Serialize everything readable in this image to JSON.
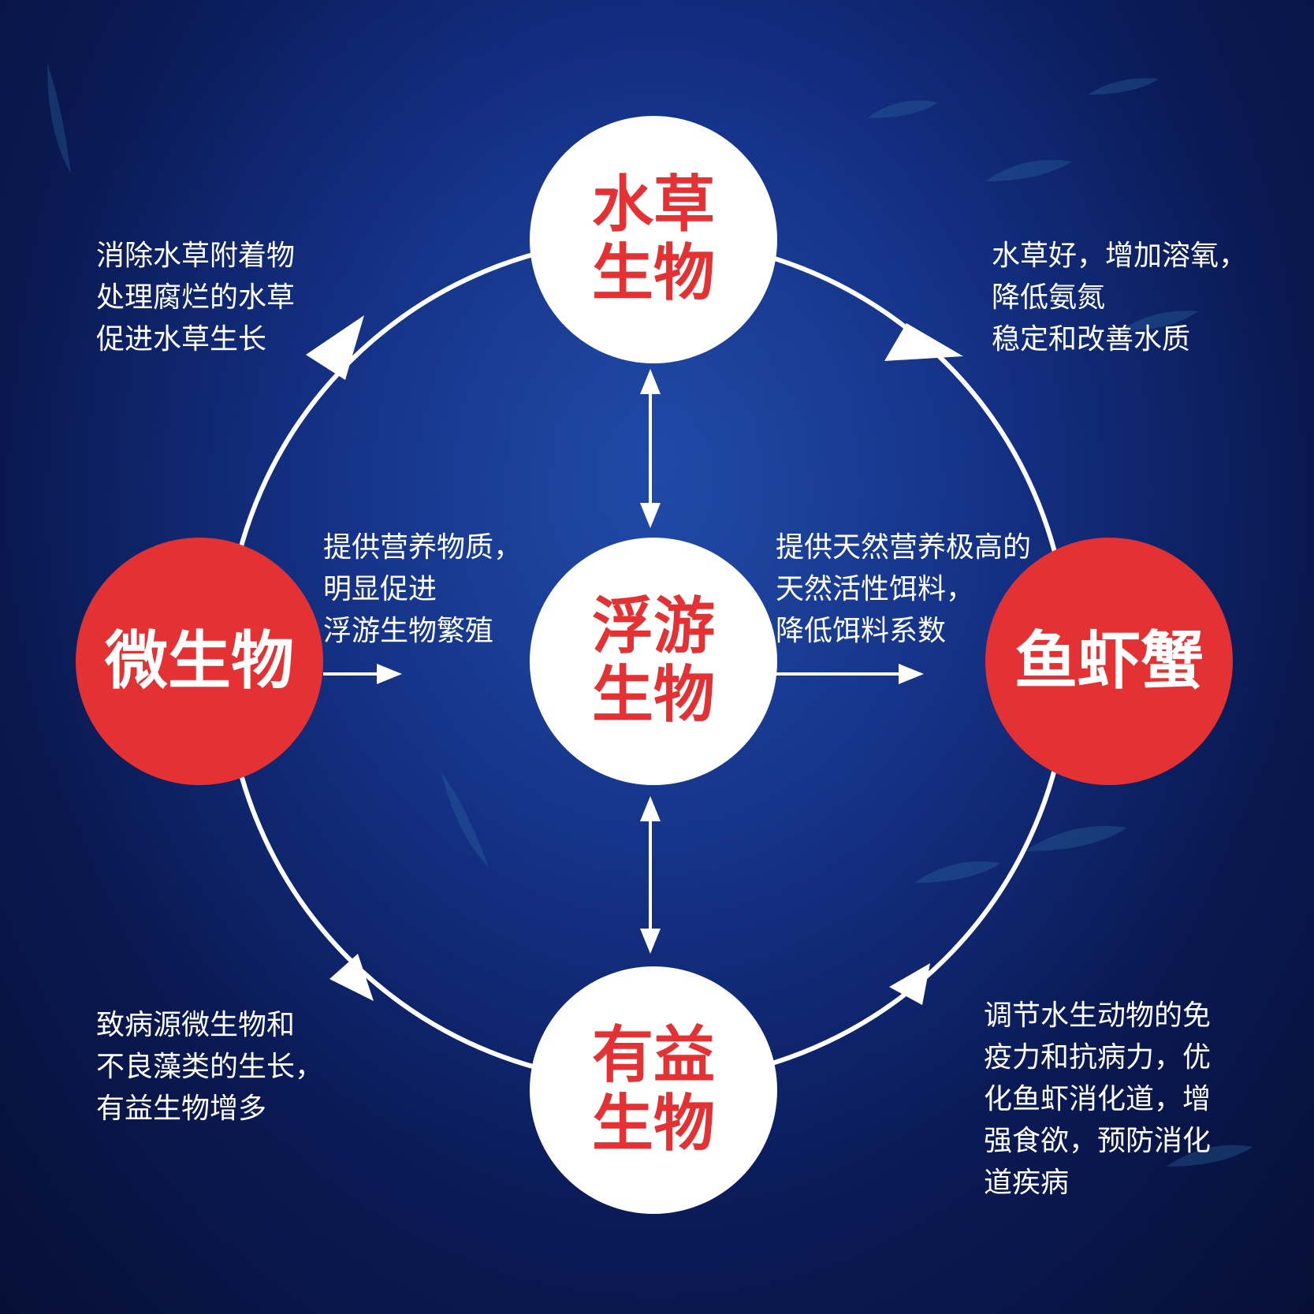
{
  "colors": {
    "accent_red": "#e43234",
    "node_white": "#ffffff",
    "background_deep_blue": "#0a1a55",
    "line_white": "#ffffff"
  },
  "nodes": {
    "top": {
      "line1": "水草",
      "line2": "生物"
    },
    "center": {
      "line1": "浮游",
      "line2": "生物"
    },
    "bottom": {
      "line1": "有益",
      "line2": "生物"
    },
    "left": {
      "label": "微生物"
    },
    "right": {
      "label": "鱼虾蟹"
    }
  },
  "descriptions": {
    "top_left": [
      "消除水草附着物",
      "处理腐烂的水草",
      "促进水草生长"
    ],
    "top_right": [
      "水草好，增加溶氧，",
      "降低氨氮",
      "稳定和改善水质"
    ],
    "mid_left": [
      "提供营养物质，",
      "明显促进",
      "浮游生物繁殖"
    ],
    "mid_right": [
      "提供天然营养极高的",
      "天然活性饵料，",
      "降低饵料系数"
    ],
    "bottom_left": [
      "致病源微生物和",
      "不良藻类的生长，",
      "有益生物增多"
    ],
    "bottom_right": [
      "调节水生动物的免",
      "疫力和抗病力，优",
      "化鱼虾消化道，增",
      "强食欲，预防消化",
      "道疾病"
    ]
  }
}
